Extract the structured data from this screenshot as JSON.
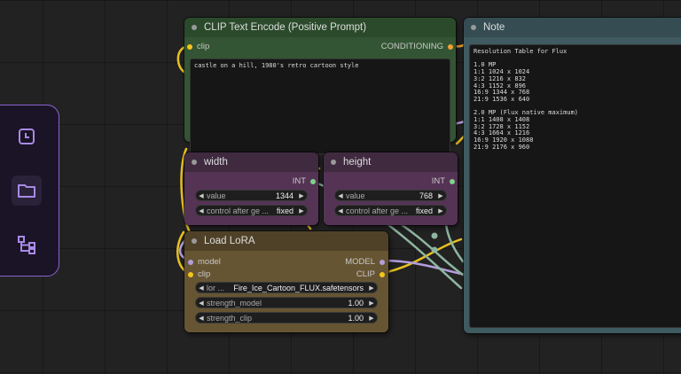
{
  "colors": {
    "canvas": "#222222",
    "clip_socket": "#f5c518",
    "model_socket": "#b39ddb",
    "int_socket": "#7fd18a",
    "sidebar_accent": "#8a63d2"
  },
  "sidebar": {
    "items": [
      {
        "icon": "history-icon"
      },
      {
        "icon": "folder-icon"
      },
      {
        "icon": "node-library-icon"
      }
    ]
  },
  "clip_node": {
    "title": "CLIP Text Encode (Positive Prompt)",
    "input_label": "clip",
    "output_label": "CONDITIONING",
    "prompt": "castle on a hill, 1980's retro cartoon style"
  },
  "note_node": {
    "title": "Note",
    "text": "Resolution Table for Flux\n\n1.0 MP\n1:1 1024 x 1024\n3:2 1216 x 832\n4:3 1152 x 896\n16:9 1344 x 768\n21:9 1536 x 640\n\n2.0 MP (Flux native maximum)\n1:1 1408 x 1408\n3:2 1728 x 1152\n4:3 1664 x 1216\n16:9 1920 x 1088\n21:9 2176 x 960"
  },
  "width_node": {
    "title": "width",
    "output_label": "INT",
    "value_label": "value",
    "value": "1344",
    "control_label": "control after ge ...",
    "control_value": "fixed"
  },
  "height_node": {
    "title": "height",
    "output_label": "INT",
    "value_label": "value",
    "value": "768",
    "control_label": "control after ge ...",
    "control_value": "fixed"
  },
  "lora_node": {
    "title": "Load LoRA",
    "inputs": [
      "model",
      "clip"
    ],
    "outputs": [
      "MODEL",
      "CLIP"
    ],
    "lora_label": "lor ...",
    "lora_value": "Fire_Ice_Cartoon_FLUX.safetensors",
    "strength_model_label": "strength_model",
    "strength_model_value": "1.00",
    "strength_clip_label": "strength_clip",
    "strength_clip_value": "1.00"
  }
}
